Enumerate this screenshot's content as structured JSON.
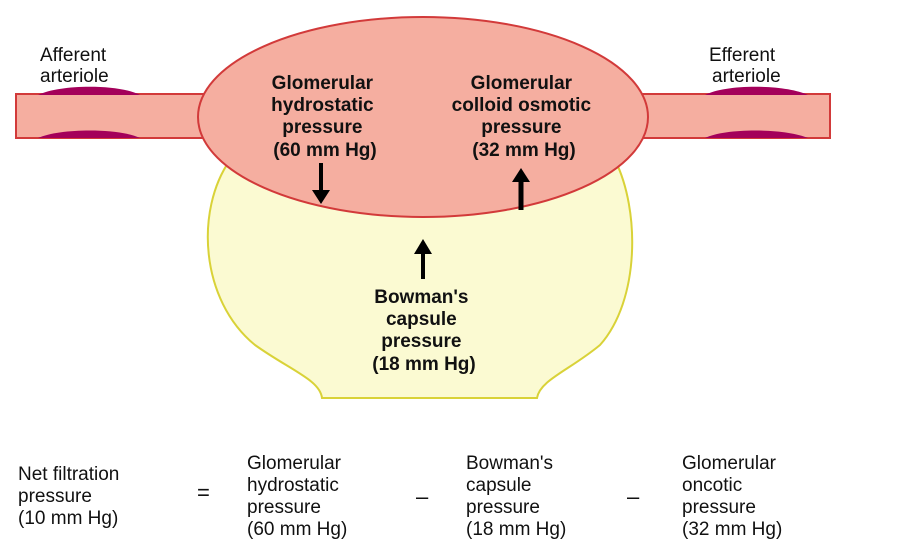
{
  "colors": {
    "vessel": "#f5aea0",
    "vessel_stroke": "#d23a3a",
    "capsule": "#fbfad2",
    "capsule_stroke": "#d9d238",
    "endothelium": "#a4005a"
  },
  "labels": {
    "afferent": [
      "Afferent",
      "arteriole"
    ],
    "efferent": [
      "Efferent",
      "arteriole"
    ],
    "ghp": [
      "Glomerular",
      "hydrostatic",
      "pressure",
      "(60 mm Hg)"
    ],
    "gcop": [
      "Glomerular",
      "colloid osmotic",
      "pressure",
      "(32 mm Hg)"
    ],
    "bcp": [
      "Bowman's",
      "capsule",
      "pressure",
      "(18 mm Hg)"
    ]
  },
  "equation": {
    "result": "Net filtration\npressure\n(10 mm Hg)",
    "equals": "=",
    "term1": "Glomerular\nhydrostatic\npressure\n(60 mm Hg)",
    "minus1": "–",
    "term2": "Bowman's\ncapsule\npressure\n(18 mm Hg)",
    "minus2": "–",
    "term3": "Glomerular\noncotic\npressure\n(32 mm Hg)"
  }
}
